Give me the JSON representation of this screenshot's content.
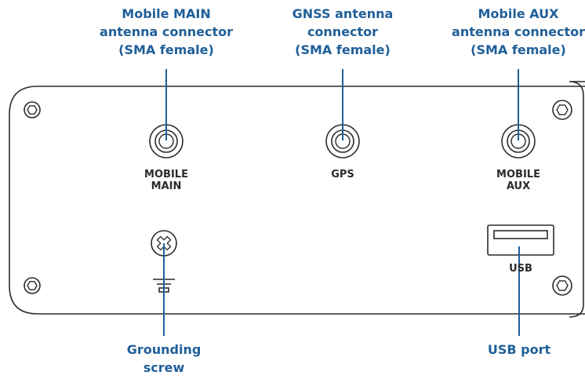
{
  "callouts": {
    "mobile_main": [
      "Mobile MAIN",
      "antenna connector",
      "(SMA female)"
    ],
    "gnss": [
      "GNSS antenna",
      "connector",
      "(SMA female)"
    ],
    "mobile_aux": [
      "Mobile AUX",
      "antenna connector",
      "(SMA female)"
    ],
    "grounding": [
      "Grounding",
      "screw"
    ],
    "usb": [
      "USB port"
    ]
  },
  "panel_labels": {
    "mobile_main": [
      "MOBILE",
      "MAIN"
    ],
    "gps": [
      "GPS"
    ],
    "mobile_aux": [
      "MOBILE",
      "AUX"
    ],
    "usb": [
      "USB"
    ]
  },
  "colors": {
    "callout": "#1f5f99",
    "leader": "#1f5f99",
    "outline": "#2b2b2b"
  },
  "icons": [
    "hex-screw-icon",
    "sma-connector-icon",
    "grounding-screw-icon",
    "ground-symbol-icon",
    "usb-port-icon"
  ]
}
